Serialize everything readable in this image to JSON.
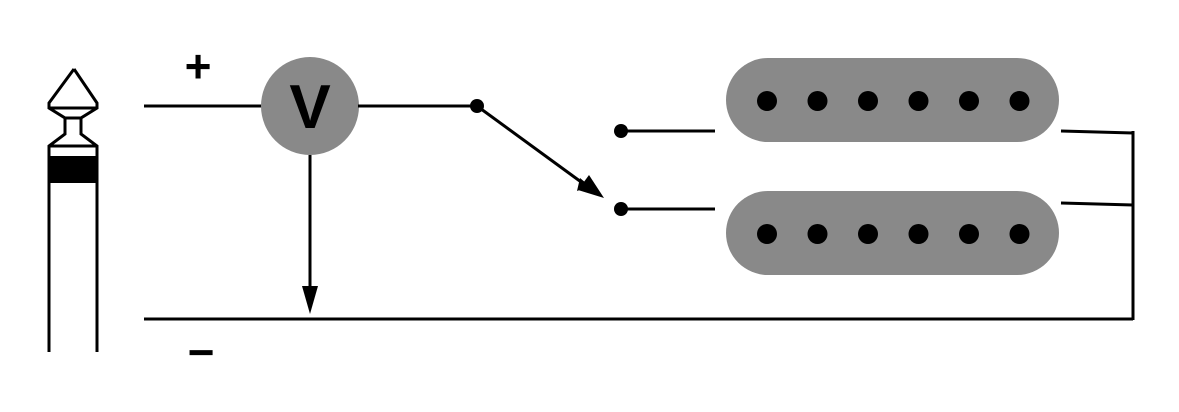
{
  "labels": {
    "positive": "+",
    "negative": "−",
    "meter": "V"
  },
  "pickups": {
    "count": 2,
    "pole_pieces_per_pickup": 6
  },
  "icons": {
    "jack": "audio-jack-plug-icon",
    "meter": "voltmeter-icon",
    "switch": "selector-switch-icon",
    "pickup": "humbucker-pickup-icon"
  },
  "colors": {
    "wire": "#000000",
    "component_fill": "#898989",
    "background": "#ffffff"
  }
}
